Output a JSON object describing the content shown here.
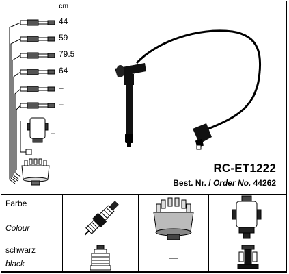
{
  "lengths": {
    "unit": "cm",
    "values": [
      "44",
      "59",
      "79.5",
      "64",
      "–",
      "–",
      "–"
    ]
  },
  "product": {
    "model": "RC-ET1222",
    "order_label_de": "Best. Nr.",
    "order_separator": " / ",
    "order_label_en": "Order No.",
    "order_number": "44262"
  },
  "table": {
    "row1_de": "Farbe",
    "row1_en": "Colour",
    "row2_de": "schwarz",
    "row2_en": "black",
    "dash": "—"
  }
}
